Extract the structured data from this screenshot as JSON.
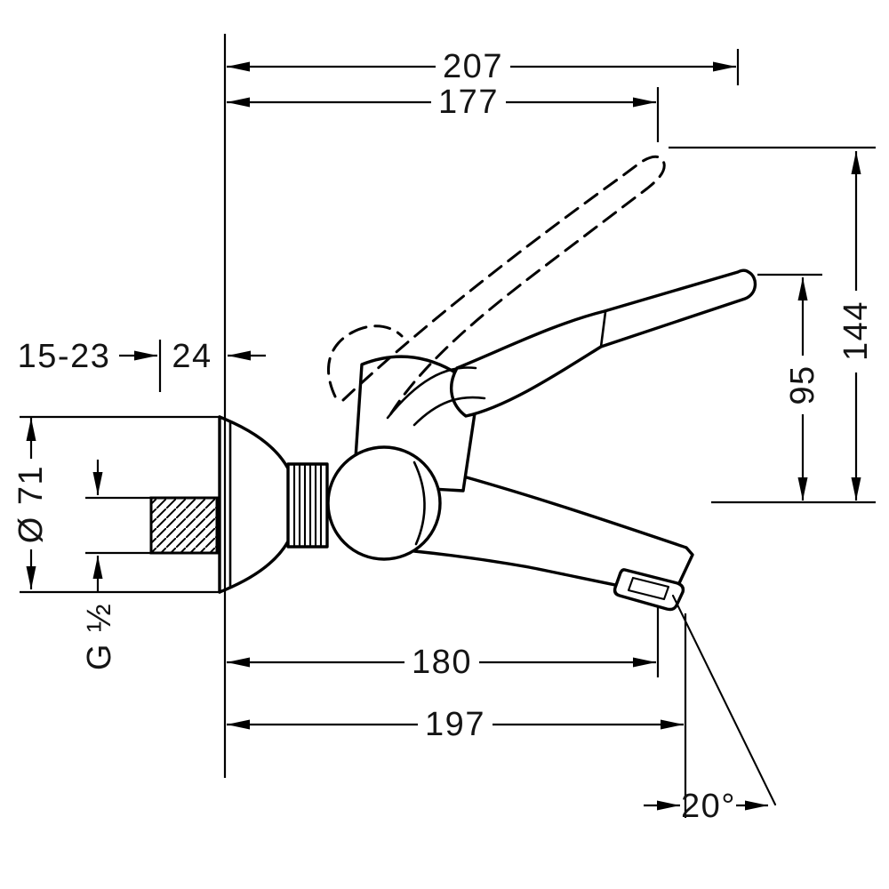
{
  "page": {
    "background": "#ffffff",
    "line_color": "#000000"
  },
  "drawing": {
    "type": "technical-dimension-drawing",
    "subject": "wall-mounted single-lever mixer tap with long lever, side view",
    "labels": {
      "total_depth": "207",
      "handle_depth": "177",
      "mounting_depth_range": "15-23",
      "escutcheon_depth": "24",
      "escutcheon_diameter": "Ø 71",
      "connection_thread": "G ½",
      "handle_height": "95",
      "handle_max_height": "144",
      "spout_reach": "180",
      "total_reach": "197",
      "spout_angle": "20°"
    }
  }
}
